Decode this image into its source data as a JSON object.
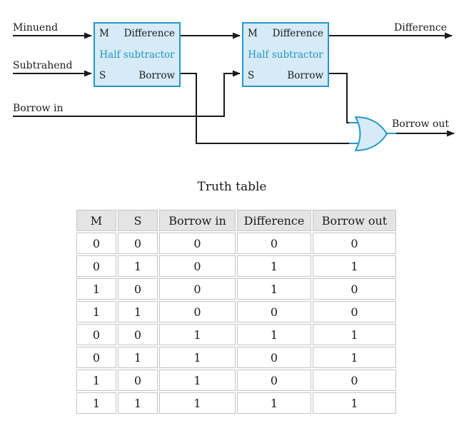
{
  "diagram": {
    "inputs": {
      "minuend": "Minuend",
      "subtrahend": "Subtrahend",
      "borrow_in": "Borrow in"
    },
    "outputs": {
      "difference": "Difference",
      "borrow_out": "Borrow out"
    },
    "half_subtractors": [
      {
        "title": "Half subtractor",
        "port_m": "M",
        "port_s": "S",
        "port_difference": "Difference",
        "port_borrow": "Borrow"
      },
      {
        "title": "Half subtractor",
        "port_m": "M",
        "port_s": "S",
        "port_difference": "Difference",
        "port_borrow": "Borrow"
      }
    ],
    "or_gate": "or-gate",
    "colors": {
      "box_fill": "#d6ebf7",
      "box_border": "#2597c8",
      "box_title_text": "#2095c5",
      "wire": "#1a1a1a",
      "table_header_bg": "#e4e4e4",
      "table_border": "#c4c4c4"
    }
  },
  "truth_table": {
    "title": "Truth table",
    "headers": [
      "M",
      "S",
      "Borrow in",
      "Difference",
      "Borrow out"
    ],
    "rows": [
      [
        "0",
        "0",
        "0",
        "0",
        "0"
      ],
      [
        "0",
        "1",
        "0",
        "1",
        "1"
      ],
      [
        "1",
        "0",
        "0",
        "1",
        "0"
      ],
      [
        "1",
        "1",
        "0",
        "0",
        "0"
      ],
      [
        "0",
        "0",
        "1",
        "1",
        "1"
      ],
      [
        "0",
        "1",
        "1",
        "0",
        "1"
      ],
      [
        "1",
        "0",
        "1",
        "0",
        "0"
      ],
      [
        "1",
        "1",
        "1",
        "1",
        "1"
      ]
    ]
  }
}
